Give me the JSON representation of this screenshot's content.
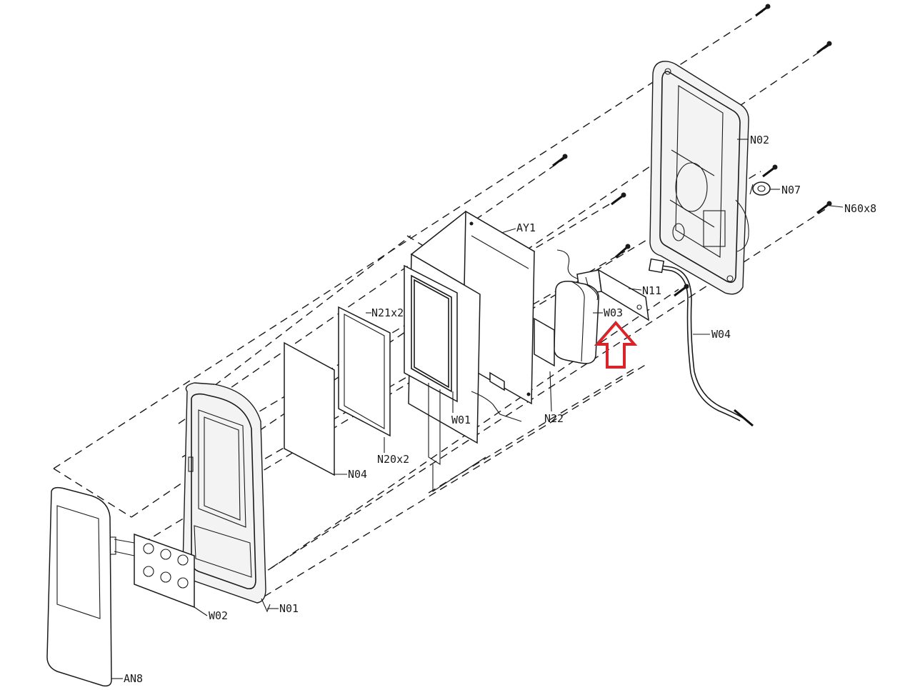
{
  "labels": {
    "N02": "N02",
    "N07": "N07",
    "N60x8": "N60x8",
    "AY1": "AY1",
    "N11": "N11",
    "W03": "W03",
    "W04": "W04",
    "N21x2": "N21x2",
    "W01": "W01",
    "N22": "N22",
    "N20x2": "N20x2",
    "N04": "N04",
    "W02": "W02",
    "N01": "N01",
    "AN8": "AN8"
  },
  "colors": {
    "line": "#1a1a1a",
    "highlight_arrow": "#d9252a",
    "background": "#ffffff"
  },
  "highlight": {
    "icon": "up-arrow-icon",
    "target": "W03"
  }
}
